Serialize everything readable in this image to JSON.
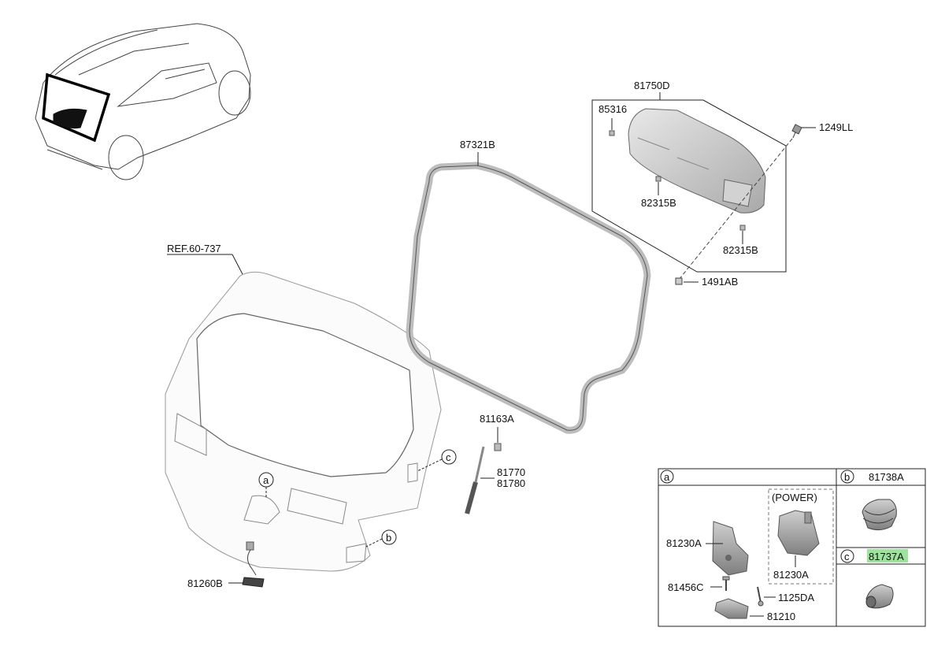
{
  "labels": {
    "ref": "REF.60-737",
    "p81750D": "81750D",
    "p85316": "85316",
    "p1249LL": "1249LL",
    "p82315B_a": "82315B",
    "p82315B_b": "82315B",
    "p1491AB": "1491AB",
    "p87321B": "87321B",
    "p81163A": "81163A",
    "p81770": "81770",
    "p81780": "81780",
    "p81260B": "81260B",
    "callout_a": "a",
    "callout_b": "b",
    "callout_c": "c"
  },
  "legend": {
    "a": {
      "letter": "a",
      "power": "(POWER)",
      "p81230A_l": "81230A",
      "p81230A_r": "81230A",
      "p81456C": "81456C",
      "p1125DA": "1125DA",
      "p81210": "81210"
    },
    "b": {
      "letter": "b",
      "part": "81738A"
    },
    "c": {
      "letter": "c",
      "part": "81737A",
      "highlight": "#9be59b"
    }
  },
  "colors": {
    "line": "#222222",
    "part_fill": "#d9d9d9",
    "panel_fill": "#f4f4f4"
  }
}
